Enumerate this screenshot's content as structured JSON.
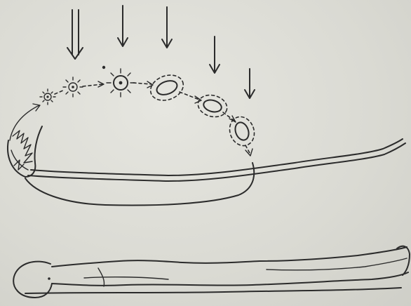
{
  "diagram": {
    "ink_color": "#2b2b2b",
    "paper_color": "#dcdcd6",
    "elements": [
      "downward-arrows",
      "energy-stages",
      "spine-channel",
      "reclining-body"
    ]
  }
}
